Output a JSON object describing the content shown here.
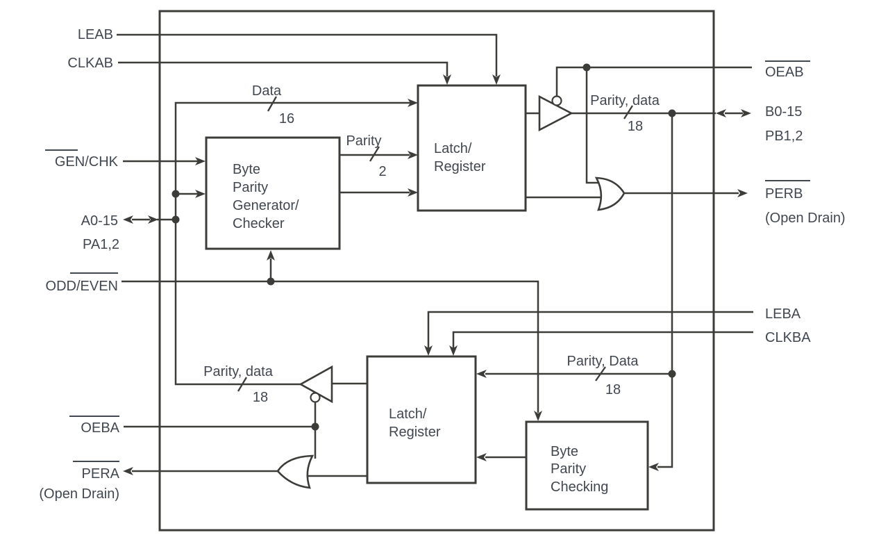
{
  "diagram": {
    "title_hint": "byte parity transceiver functional block diagram",
    "colors": {
      "line": "#3c3c38",
      "text": "#414750",
      "background": "#ffffff"
    },
    "left": {
      "leab": "LEAB",
      "clkab": "CLKAB",
      "gen": "GEN",
      "gen_rest": "/CHK",
      "a_bus": "A0-15",
      "pa": "PA1,2",
      "odd": "ODD/",
      "even": "EVEN",
      "oeba": "OEBA",
      "pera": "PERA",
      "open_drain": "(Open Drain)"
    },
    "right": {
      "oeab": "OEAB",
      "b_bus": "B0-15",
      "pb": "PB1,2",
      "perb": "PERB",
      "open_drain": "(Open Drain)",
      "leba": "LEBA",
      "clkba": "CLKBA"
    },
    "blocks": {
      "parity_gen": {
        "l1": "Byte",
        "l2": "Parity",
        "l3": "Generator/",
        "l4": "Checker"
      },
      "latch_ab": {
        "l1": "Latch/",
        "l2": "Register"
      },
      "latch_ba": {
        "l1": "Latch/",
        "l2": "Register"
      },
      "parity_check": {
        "l1": "Byte",
        "l2": "Parity",
        "l3": "Checking"
      }
    },
    "buses": {
      "data": {
        "label": "Data",
        "width": "16"
      },
      "parity": {
        "label": "Parity",
        "width": "2"
      },
      "ab_out": {
        "label": "Parity, data",
        "width": "18"
      },
      "ba_in": {
        "label": "Parity, Data",
        "width": "18"
      },
      "ba_out": {
        "label": "Parity, data",
        "width": "18"
      }
    }
  }
}
